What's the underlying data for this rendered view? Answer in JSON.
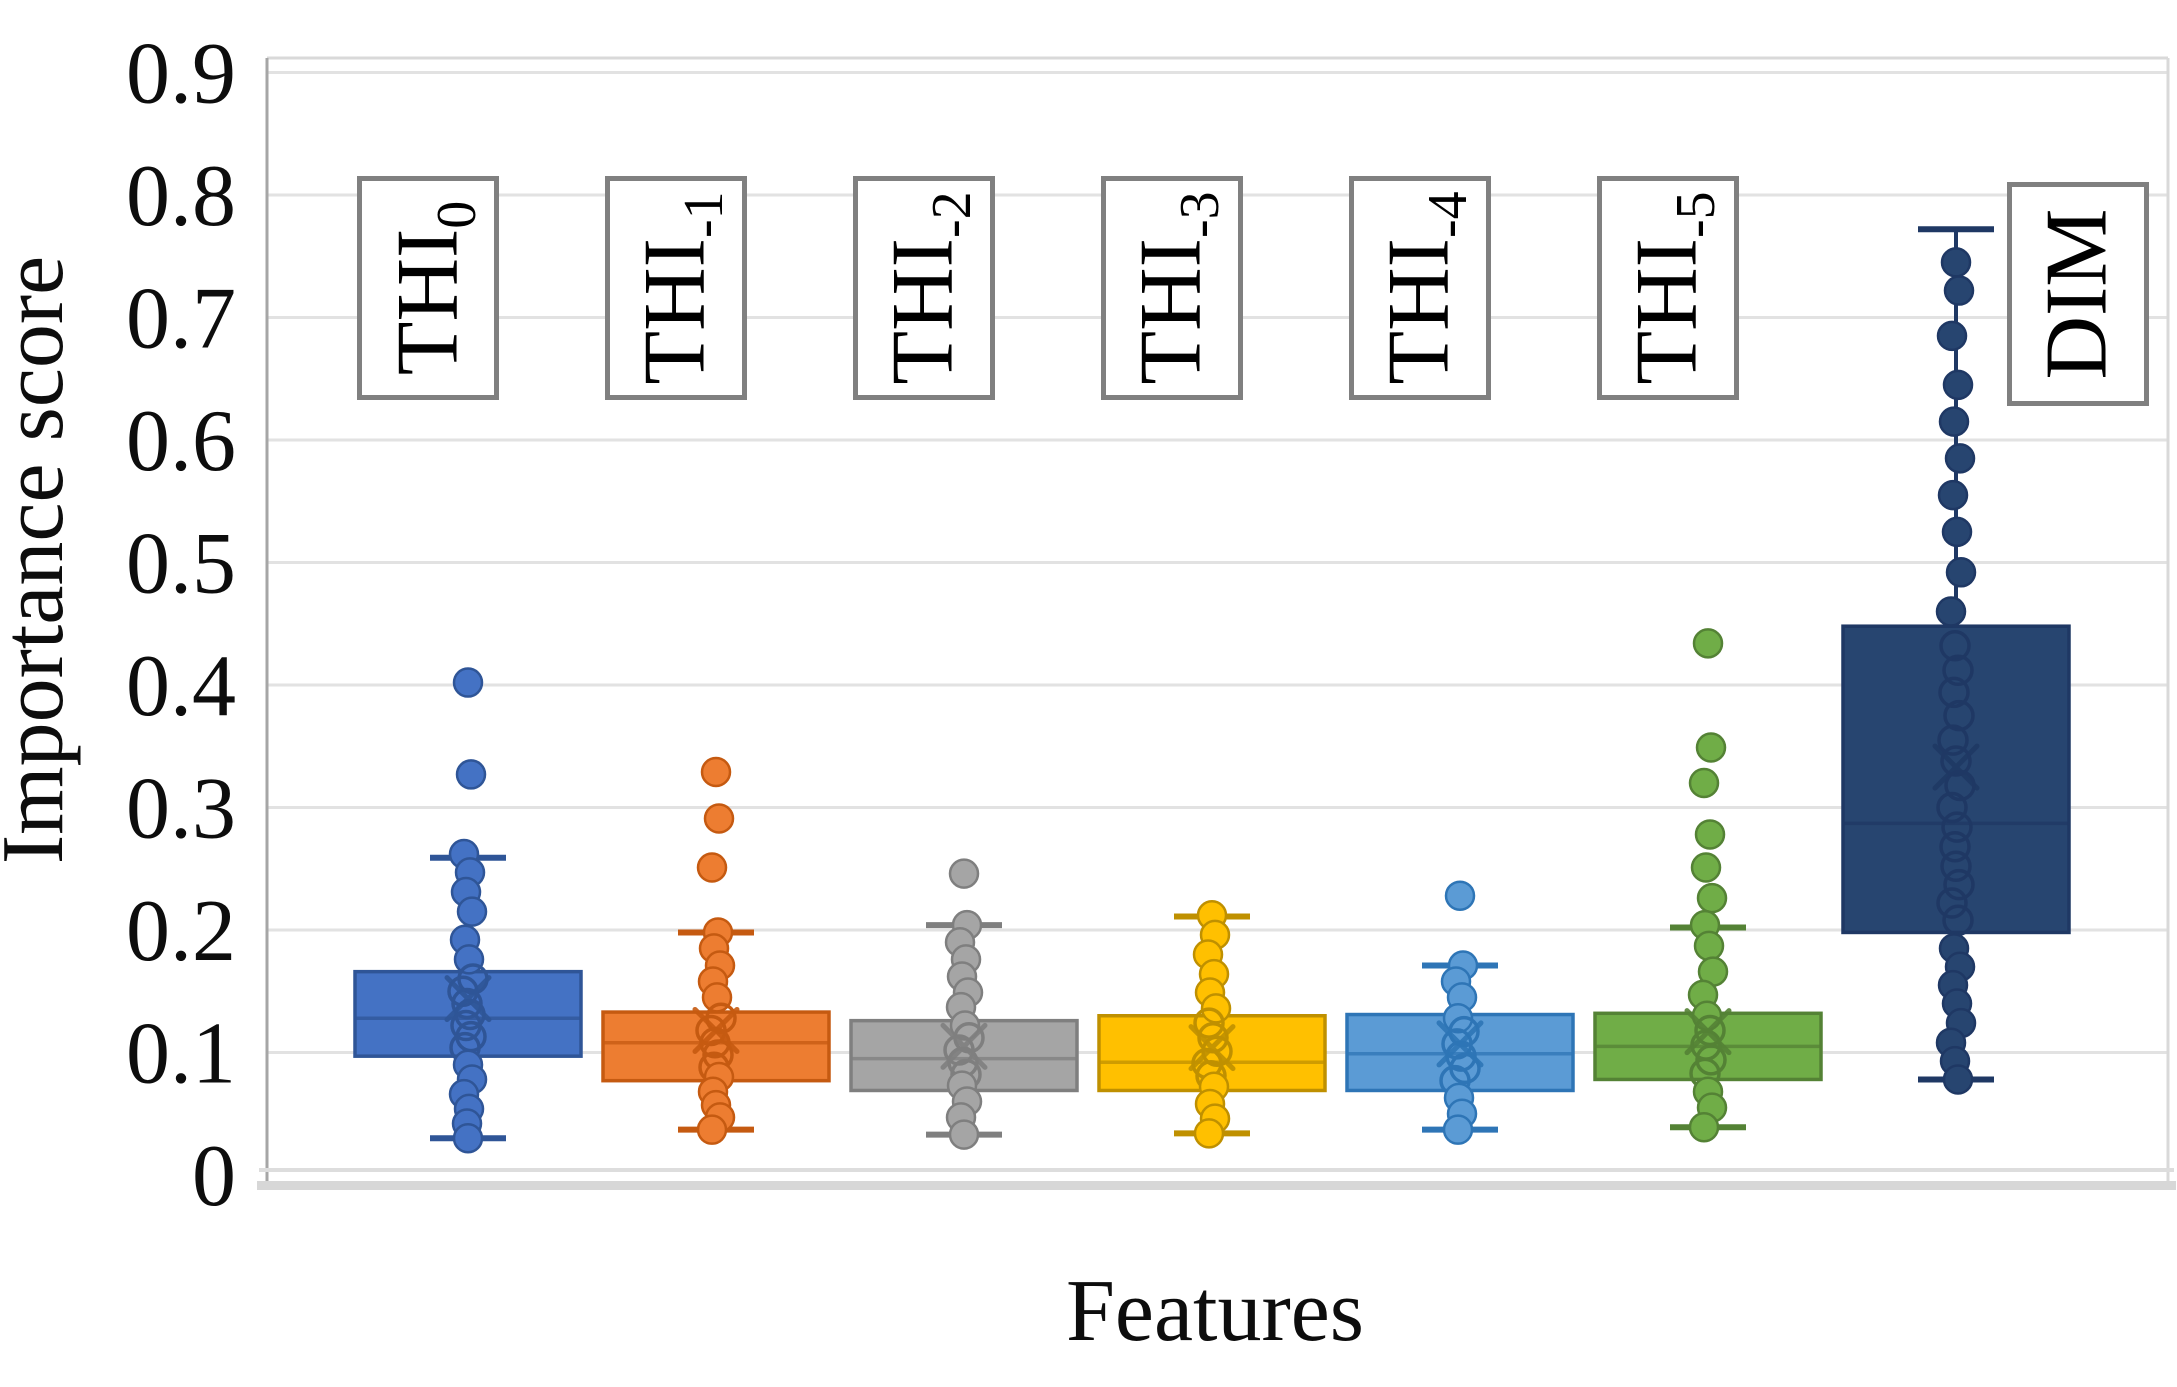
{
  "chart_data": {
    "type": "box",
    "title": "",
    "xlabel": "Features",
    "ylabel": "Importance score",
    "ylim": [
      0,
      0.9
    ],
    "yticks": [
      "0",
      "0.1",
      "0.2",
      "0.3",
      "0.4",
      "0.5",
      "0.6",
      "0.7",
      "0.8",
      "0.9"
    ],
    "grid": true,
    "legend": "none",
    "colors": {
      "grid": "#e2e2e2",
      "frame": "#d9d9d9",
      "axis": "#a6a6a6",
      "label_box_border": "#808080",
      "mean_marker": "x",
      "text": "#0d0d0d"
    },
    "series": [
      {
        "label": "THI",
        "subscript": "0",
        "fill": "#4472c4",
        "stroke": "#2f5597",
        "q1": 0.097,
        "median": 0.128,
        "q3": 0.166,
        "mean": 0.144,
        "whisker_low": 0.03,
        "whisker_high": 0.259,
        "points": [
          0.402,
          0.327,
          0.262,
          0.247,
          0.231,
          0.215,
          0.192,
          0.176,
          0.16,
          0.15,
          0.14,
          0.131,
          0.122,
          0.113,
          0.104,
          0.09,
          0.078,
          0.066,
          0.054,
          0.042,
          0.03
        ]
      },
      {
        "label": "THI",
        "subscript": "-1",
        "fill": "#ed7d31",
        "stroke": "#c55a11",
        "q1": 0.077,
        "median": 0.108,
        "q3": 0.133,
        "mean": 0.118,
        "whisker_low": 0.037,
        "whisker_high": 0.198,
        "points": [
          0.329,
          0.291,
          0.251,
          0.198,
          0.185,
          0.171,
          0.158,
          0.145,
          0.128,
          0.118,
          0.108,
          0.098,
          0.088,
          0.08,
          0.068,
          0.057,
          0.047,
          0.037
        ]
      },
      {
        "label": "THI",
        "subscript": "-2",
        "fill": "#a5a5a5",
        "stroke": "#7f7f7f",
        "q1": 0.069,
        "median": 0.095,
        "q3": 0.126,
        "mean": 0.105,
        "whisker_low": 0.033,
        "whisker_high": 0.204,
        "points": [
          0.246,
          0.204,
          0.19,
          0.176,
          0.162,
          0.149,
          0.137,
          0.122,
          0.112,
          0.102,
          0.092,
          0.082,
          0.073,
          0.06,
          0.047,
          0.033
        ]
      },
      {
        "label": "THI",
        "subscript": "-3",
        "fill": "#ffc000",
        "stroke": "#bf9000",
        "q1": 0.069,
        "median": 0.092,
        "q3": 0.13,
        "mean": 0.104,
        "whisker_low": 0.034,
        "whisker_high": 0.211,
        "points": [
          0.212,
          0.196,
          0.18,
          0.164,
          0.149,
          0.136,
          0.124,
          0.112,
          0.101,
          0.091,
          0.081,
          0.072,
          0.058,
          0.046,
          0.034
        ]
      },
      {
        "label": "THI",
        "subscript": "-4",
        "fill": "#5b9bd5",
        "stroke": "#2e75b6",
        "q1": 0.069,
        "median": 0.099,
        "q3": 0.131,
        "mean": 0.107,
        "whisker_low": 0.037,
        "whisker_high": 0.171,
        "points": [
          0.228,
          0.171,
          0.158,
          0.145,
          0.128,
          0.117,
          0.107,
          0.097,
          0.087,
          0.077,
          0.063,
          0.05,
          0.037
        ]
      },
      {
        "label": "THI",
        "subscript": "-5",
        "fill": "#70ad47",
        "stroke": "#548235",
        "q1": 0.078,
        "median": 0.105,
        "q3": 0.132,
        "mean": 0.117,
        "whisker_low": 0.039,
        "whisker_high": 0.202,
        "points": [
          0.434,
          0.349,
          0.32,
          0.278,
          0.251,
          0.226,
          0.204,
          0.187,
          0.166,
          0.147,
          0.13,
          0.118,
          0.106,
          0.094,
          0.083,
          0.068,
          0.055,
          0.039
        ]
      },
      {
        "label": "DIM",
        "subscript": "",
        "fill": "#274570",
        "stroke": "#1f3864",
        "q1": 0.198,
        "median": 0.287,
        "q3": 0.448,
        "mean": 0.333,
        "whisker_low": 0.078,
        "whisker_high": 0.772,
        "points": [
          0.745,
          0.722,
          0.685,
          0.645,
          0.615,
          0.585,
          0.555,
          0.525,
          0.492,
          0.46,
          0.432,
          0.412,
          0.394,
          0.375,
          0.355,
          0.338,
          0.318,
          0.3,
          0.284,
          0.268,
          0.252,
          0.237,
          0.222,
          0.208,
          0.185,
          0.17,
          0.155,
          0.14,
          0.124,
          0.108,
          0.093,
          0.078
        ]
      }
    ]
  }
}
